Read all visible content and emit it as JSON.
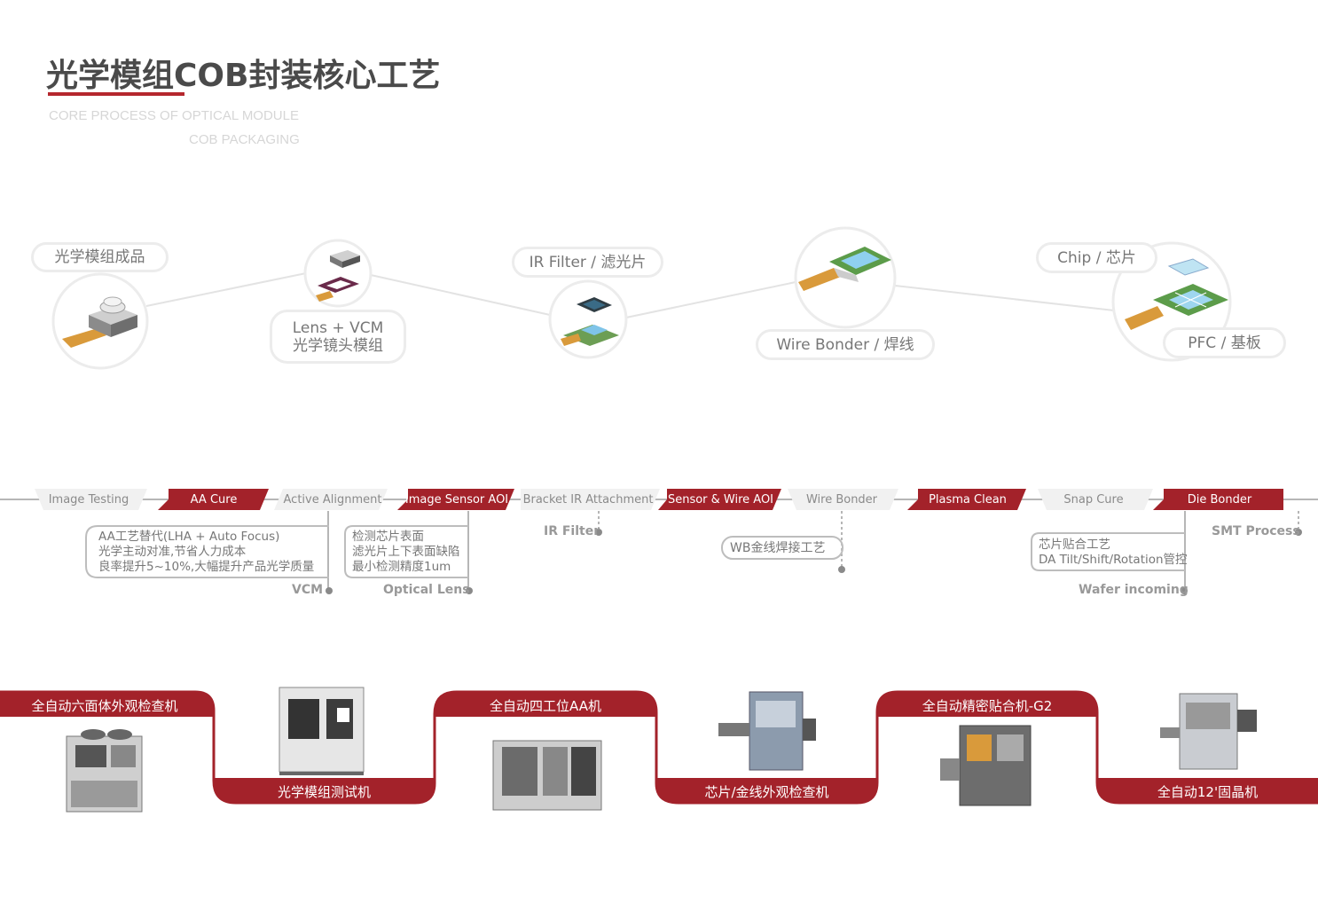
{
  "header": {
    "title": "光学模组COB封装核心工艺",
    "subtitle_line1": "CORE PROCESS OF OPTICAL MODULE",
    "subtitle_line2": "COB PACKAGING"
  },
  "components": {
    "finished_module": "光学模组成品",
    "lens_vcm_line1": "Lens + VCM",
    "lens_vcm_line2": "光学镜头模组",
    "ir_filter": "IR Filter / 滤光片",
    "wire_bonder": "Wire Bonder / 焊线",
    "chip": "Chip / 芯片",
    "pfc": "PFC / 基板"
  },
  "process_flow": [
    {
      "label": "Image Testing",
      "style": "gray"
    },
    {
      "label": "AA Cure",
      "style": "red"
    },
    {
      "label": "Active  Alignment",
      "style": "gray"
    },
    {
      "label": "Image Sensor AOI",
      "style": "red"
    },
    {
      "label": "Bracket IR Attachment",
      "style": "gray"
    },
    {
      "label": "Sensor & Wire AOI",
      "style": "red"
    },
    {
      "label": "Wire Bonder",
      "style": "gray"
    },
    {
      "label": "Plasma Clean",
      "style": "red"
    },
    {
      "label": "Snap Cure",
      "style": "gray"
    },
    {
      "label": "Die Bonder",
      "style": "red"
    }
  ],
  "notes": {
    "aa": [
      "AA工艺替代(LHA + Auto Focus)",
      "光学主动对准,节省人力成本",
      "良率提升5~10%,大幅提升产品光学质量"
    ],
    "aoi": [
      "检测芯片表面",
      "滤光片上下表面缺陷",
      "最小检测精度1um"
    ],
    "wb": "WB金线焊接工艺",
    "die": [
      "芯片贴合工艺",
      "DA Tilt/Shift/Rotation管控"
    ]
  },
  "inputs": {
    "vcm": "VCM",
    "optical_lens": "Optical Lens",
    "ir_filter": "IR Filter",
    "wafer": "Wafer incoming",
    "smt": "SMT Process"
  },
  "machines": [
    "全自动六面体外观检查机",
    "光学模组测试机",
    "全自动四工位AA机",
    "芯片/金线外观检查机",
    "全自动精密贴合机-G2",
    "全自动12'固晶机"
  ],
  "colors": {
    "accent": "#a3222a",
    "line": "#e3e3e3"
  }
}
